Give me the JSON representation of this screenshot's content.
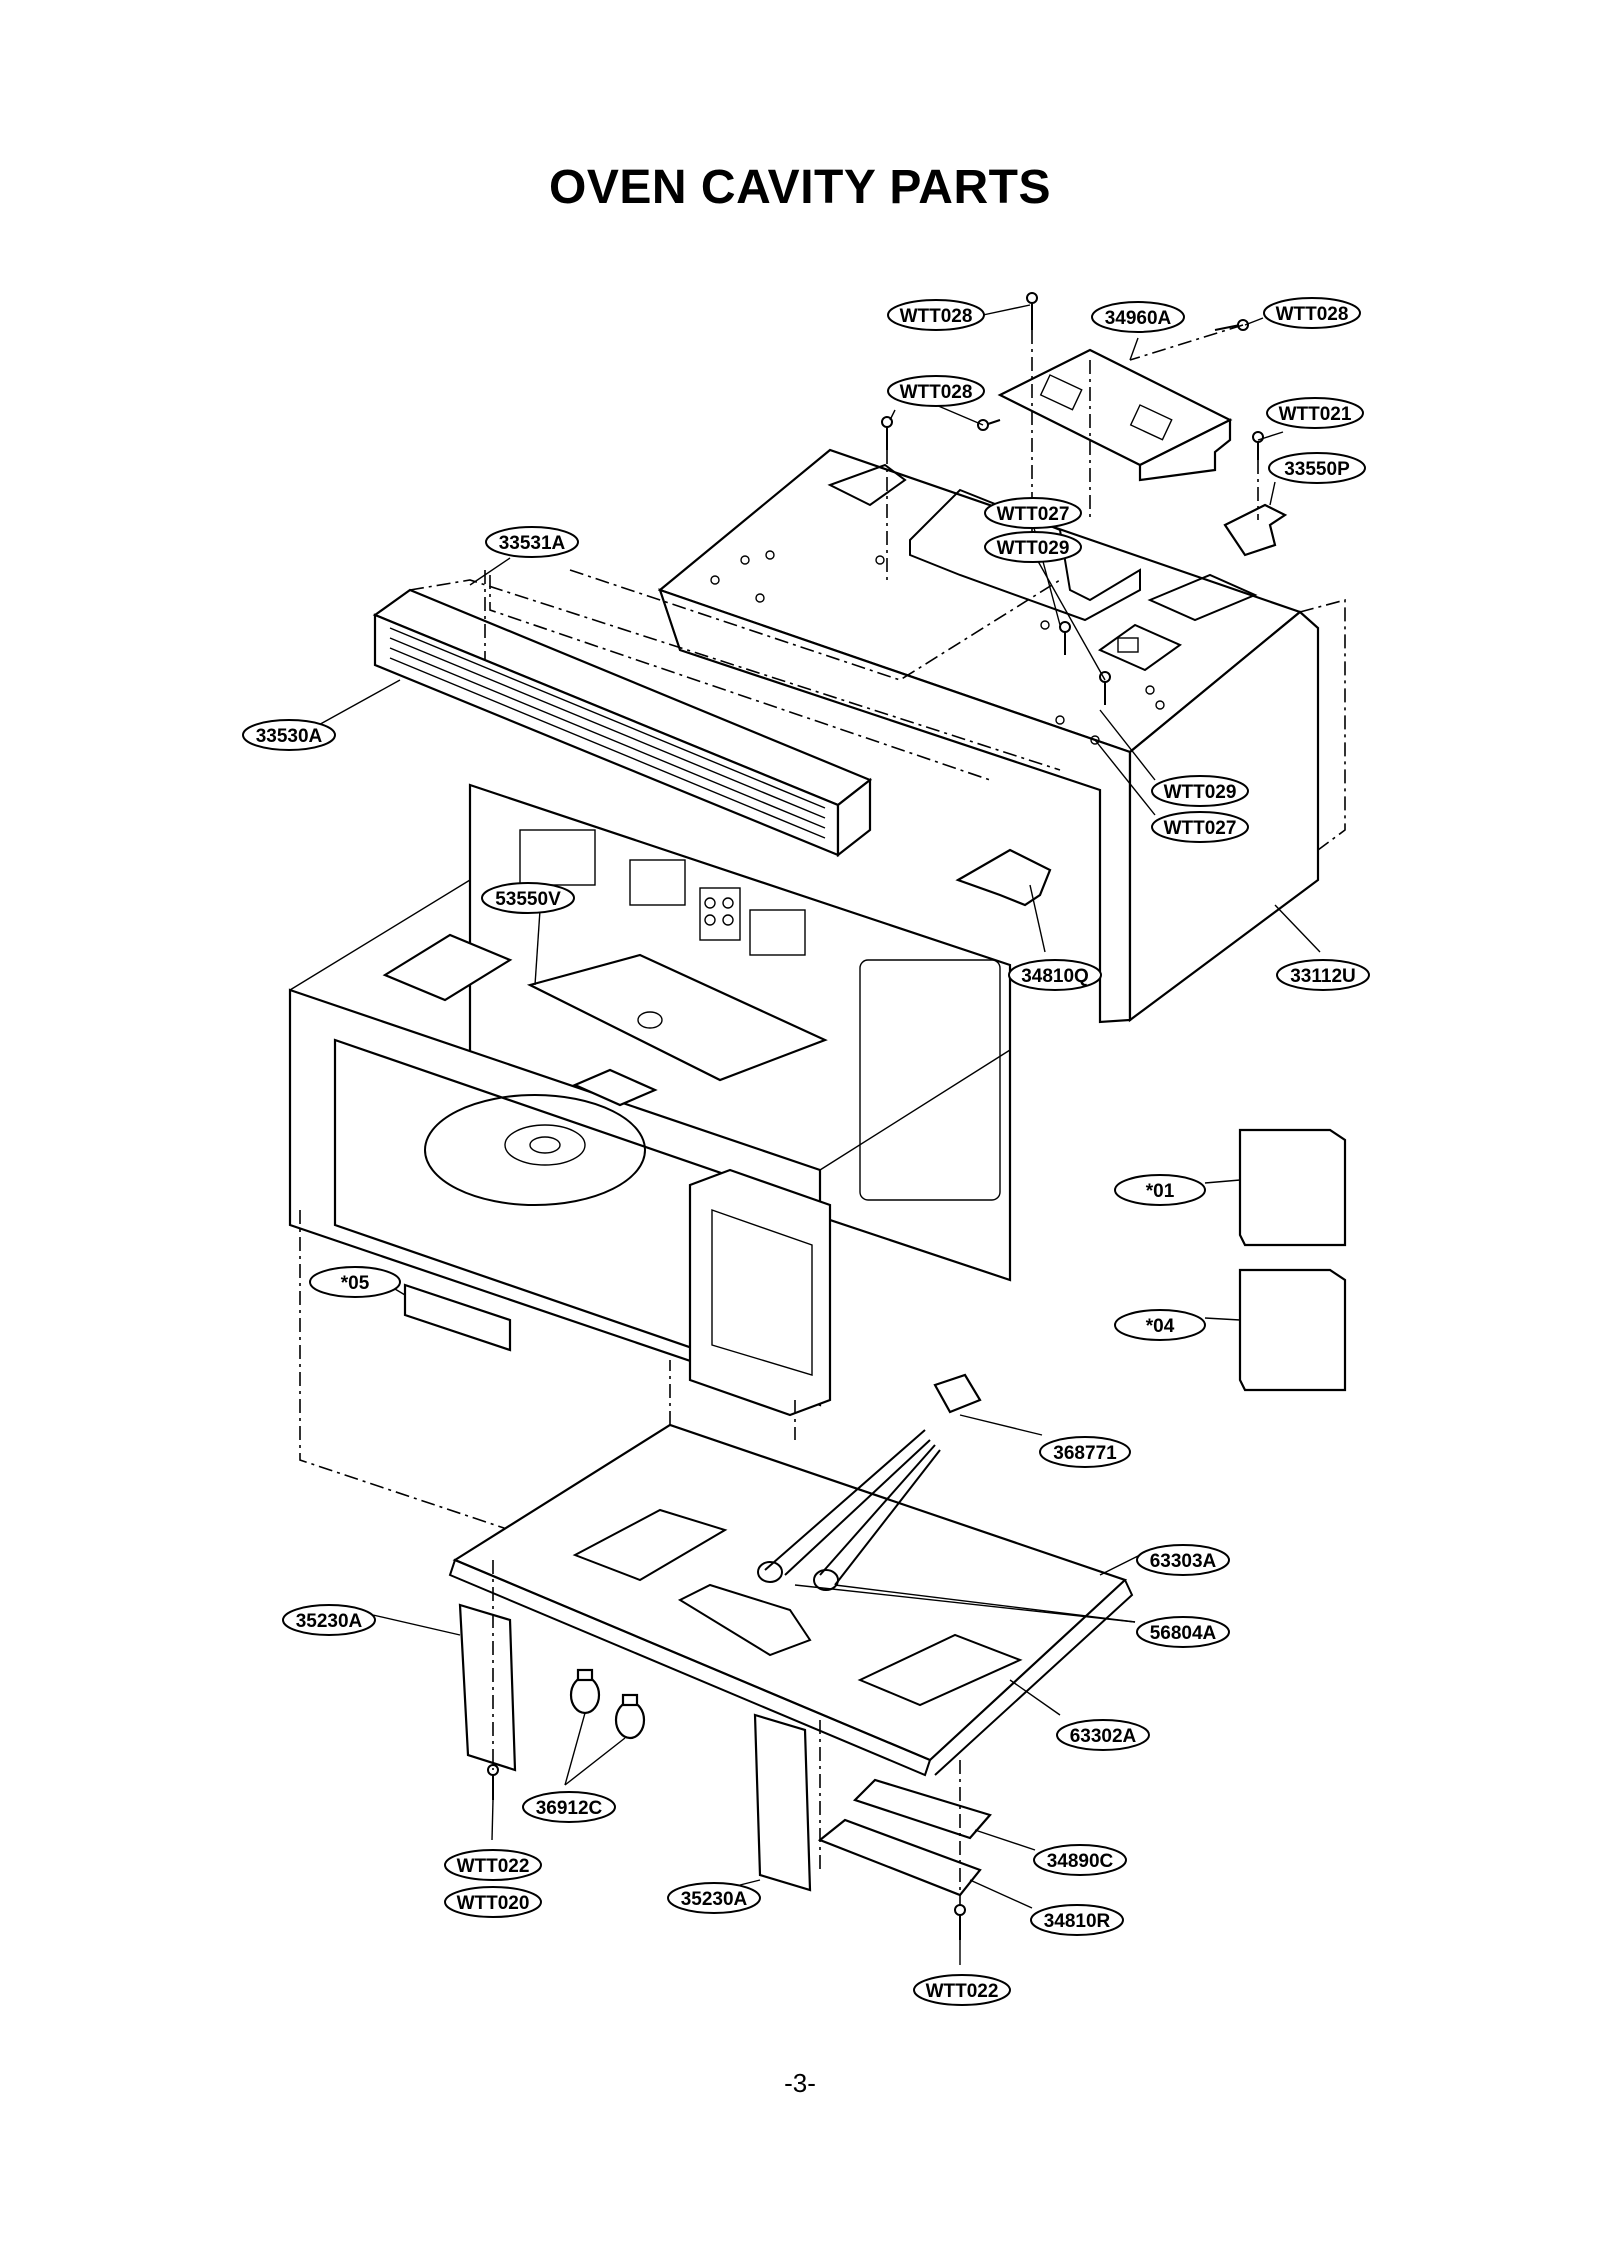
{
  "page": {
    "title": "OVEN CAVITY PARTS",
    "page_number": "-3-"
  },
  "labels": {
    "wtt028_a": "WTT028",
    "p34960a": "34960A",
    "wtt028_b": "WTT028",
    "wtt028_c": "WTT028",
    "wtt021": "WTT021",
    "p33550p": "33550P",
    "wtt027_a": "WTT027",
    "wtt029_a": "WTT029",
    "p33531a": "33531A",
    "p33530a": "33530A",
    "wtt029_b": "WTT029",
    "wtt027_b": "WTT027",
    "p53550v": "53550V",
    "p34810q": "34810Q",
    "p33112u": "33112U",
    "s01": "*01",
    "s04": "*04",
    "s05": "*05",
    "p368771": "368771",
    "p63303a": "63303A",
    "p35230a_a": "35230A",
    "p56804a": "56804A",
    "p63302a": "63302A",
    "p36912c": "36912C",
    "p34890c": "34890C",
    "wtt022_a": "WTT022",
    "wtt020": "WTT020",
    "p35230a_b": "35230A",
    "p34810r": "34810R",
    "wtt022_b": "WTT022"
  }
}
